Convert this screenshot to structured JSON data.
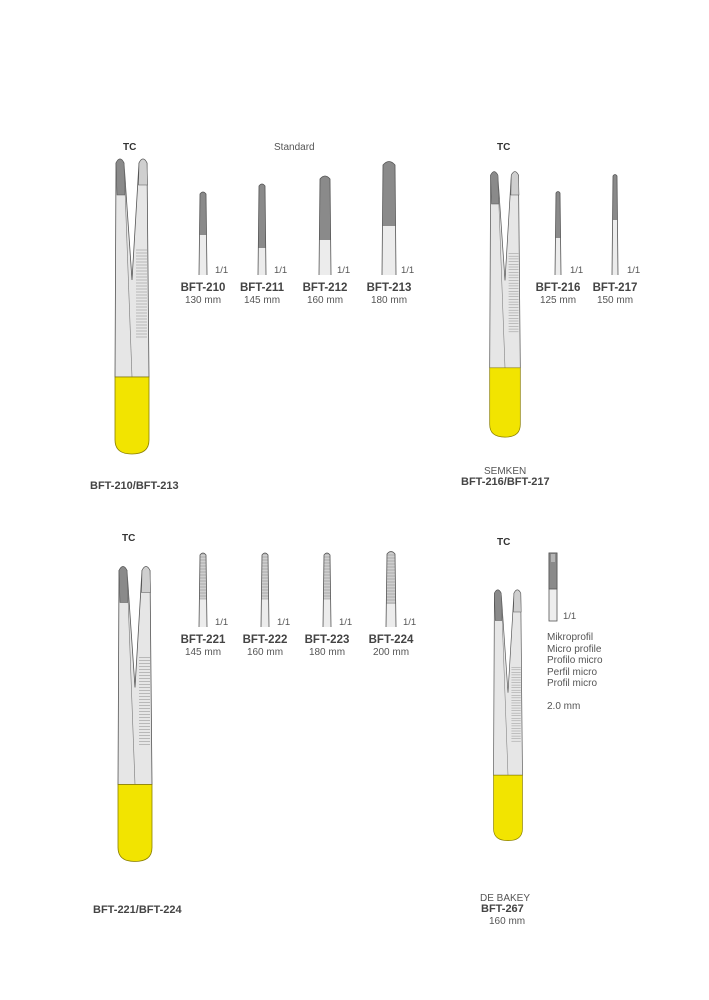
{
  "colors": {
    "handle": "#f2e400",
    "tip": "#8a8a8a",
    "body": "#e6e6e6",
    "outline": "#555555"
  },
  "section1": {
    "tc": "TC",
    "heading": "Standard",
    "title": "BFT-210/BFT-213",
    "items": [
      {
        "code": "BFT-210",
        "size": "130 mm",
        "scale": "1/1"
      },
      {
        "code": "BFT-211",
        "size": "145 mm",
        "scale": "1/1"
      },
      {
        "code": "BFT-212",
        "size": "160 mm",
        "scale": "1/1"
      },
      {
        "code": "BFT-213",
        "size": "180 mm",
        "scale": "1/1"
      }
    ]
  },
  "section2": {
    "tc": "TC",
    "name": "SEMKEN",
    "title": "BFT-216/BFT-217",
    "items": [
      {
        "code": "BFT-216",
        "size": "125 mm",
        "scale": "1/1"
      },
      {
        "code": "BFT-217",
        "size": "150 mm",
        "scale": "1/1"
      }
    ]
  },
  "section3": {
    "tc": "TC",
    "title": "BFT-221/BFT-224",
    "items": [
      {
        "code": "BFT-221",
        "size": "145 mm",
        "scale": "1/1"
      },
      {
        "code": "BFT-222",
        "size": "160 mm",
        "scale": "1/1"
      },
      {
        "code": "BFT-223",
        "size": "180 mm",
        "scale": "1/1"
      },
      {
        "code": "BFT-224",
        "size": "200 mm",
        "scale": "1/1"
      }
    ]
  },
  "section4": {
    "tc": "TC",
    "scale": "1/1",
    "profiles": [
      "Mikroprofil",
      "Micro profile",
      "Profilo micro",
      "Perfil micro",
      "Profil micro"
    ],
    "width": "2.0 mm",
    "name": "DE BAKEY",
    "code": "BFT-267",
    "size": "160 mm"
  }
}
